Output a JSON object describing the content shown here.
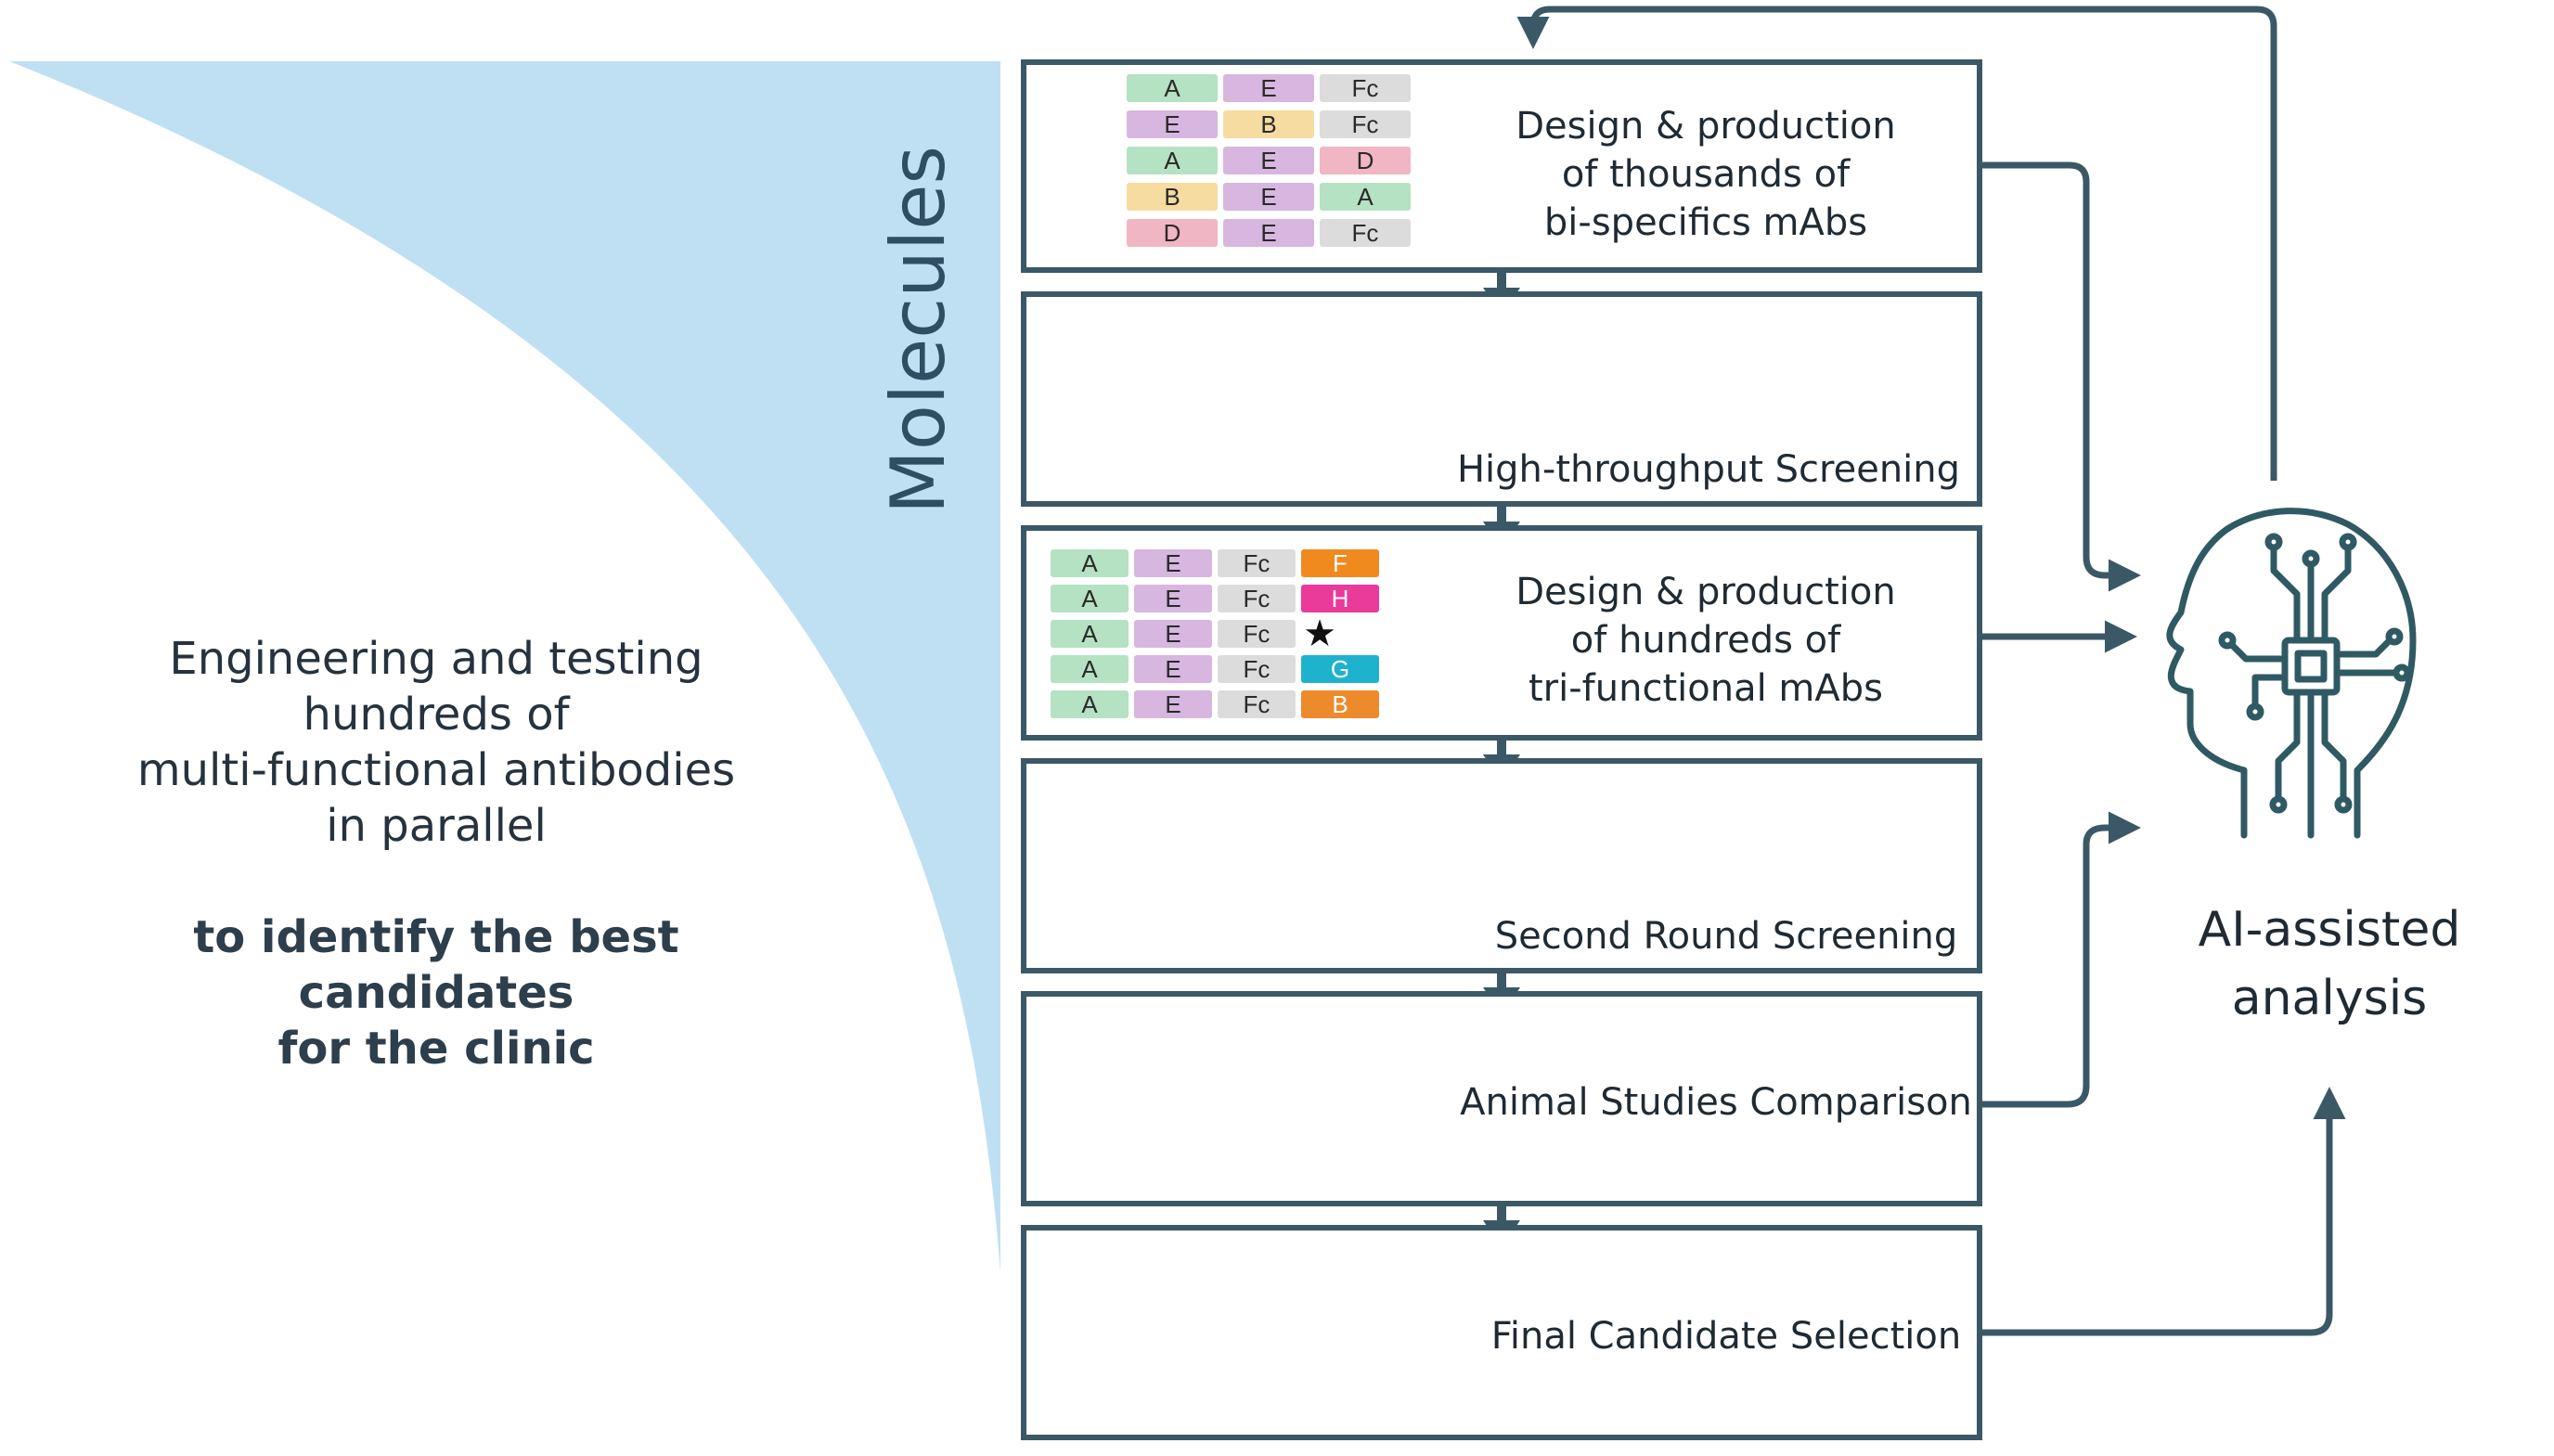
{
  "left_panel": {
    "intro_lines": [
      "Engineering and testing",
      "hundreds of",
      "multi-functional antibodies",
      "in parallel"
    ],
    "goal_lines": [
      "to identify the best candidates",
      "for the clinic"
    ],
    "funnel_label": "Molecules"
  },
  "steps": [
    {
      "label_lines": [
        "Design & production",
        "of thousands of",
        "bi-specifics mAbs"
      ]
    },
    {
      "label_lines": [
        "High-throughput Screening"
      ]
    },
    {
      "label_lines": [
        "Design & production",
        "of hundreds of",
        "tri-functional mAbs"
      ]
    },
    {
      "label_lines": [
        "Second Round Screening"
      ]
    },
    {
      "label_lines": [
        "Animal Studies Comparison"
      ]
    },
    {
      "label_lines": [
        "Final Candidate Selection"
      ]
    }
  ],
  "bispecific_grid": [
    [
      "A",
      "E",
      "Fc"
    ],
    [
      "E",
      "B",
      "Fc"
    ],
    [
      "A",
      "E",
      "D"
    ],
    [
      "B",
      "E",
      "A"
    ],
    [
      "D",
      "E",
      "Fc"
    ]
  ],
  "trifunctional_grid": [
    [
      "A",
      "E",
      "Fc",
      "F"
    ],
    [
      "A",
      "E",
      "Fc",
      "H"
    ],
    [
      "A",
      "E",
      "Fc",
      ""
    ],
    [
      "A",
      "E",
      "Fc",
      "G"
    ],
    [
      "A",
      "E",
      "Fc",
      "B"
    ]
  ],
  "antibody_domains": [
    "A",
    "B",
    "B",
    "A",
    "B",
    "A"
  ],
  "ai": {
    "label_lines": [
      "AI-assisted",
      "analysis"
    ],
    "icon": "ai-head-icon"
  },
  "colors": {
    "A": "#b5e2c2",
    "B": "#f6dca0",
    "D": "#f0b6c4",
    "E": "#d7b6e0",
    "Fc": "#dcdcdc",
    "F": "#f08a1e",
    "H": "#ea3a9a",
    "G": "#1fb2cf",
    "Bt": "#ec8a2c",
    "frame": "#3b5867",
    "funnel": "#bfe0f3",
    "arrow": "#3b5867"
  }
}
